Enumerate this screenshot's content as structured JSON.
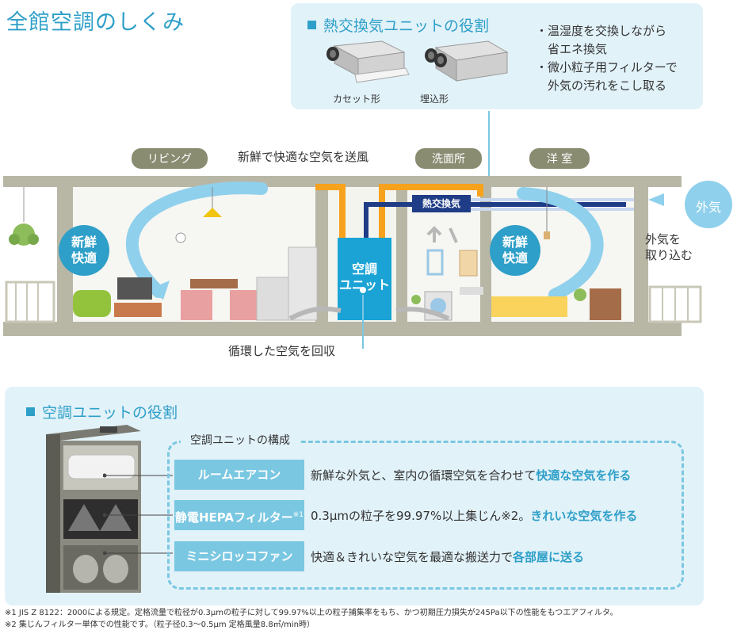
{
  "title": "全館空調のしくみ",
  "heat_exchange": {
    "title": "熱交換気ユニットの役割",
    "points": [
      "・温湿度を交換しながら",
      "　省エネ換気",
      "・微小粒子用フィルターで",
      "　外気の汚れをこし取る"
    ],
    "products": [
      "カセット形",
      "埋込形"
    ]
  },
  "rooms": {
    "living": "リビング",
    "washroom": "洗面所",
    "western": "洋 室"
  },
  "flow": {
    "supply_note": "新鮮で快適な空気を送風",
    "return_note": "循環した空気を回収",
    "fresh_left": [
      "新鮮",
      "快適"
    ],
    "fresh_right": [
      "新鮮",
      "快適"
    ],
    "unit_label": [
      "空調",
      "ユニット"
    ],
    "heat_exchanger_label": "熱交換気",
    "outside_air": "外気",
    "intake_note": [
      "外気を",
      "取り込む"
    ]
  },
  "unit": {
    "title": "空調ユニットの役割",
    "composition_title": "空調ユニットの構成",
    "components": [
      {
        "name": "ルームエアコン",
        "sup": "",
        "desc": "新鮮な外気と、室内の循環空気を合わせて",
        "highlight": "快適な空気を作る"
      },
      {
        "name": "静電HEPAフィルター",
        "sup": "※1",
        "desc": "0.3μmの粒子を99.97%以上集じん※2。",
        "highlight": "きれいな空気を作る"
      },
      {
        "name": "ミニシロッコファン",
        "sup": "",
        "desc": "快適＆きれいな空気を最適な搬送力で",
        "highlight": "各部屋に送る"
      }
    ]
  },
  "footnotes": [
    "※1 JIS Z 8122：2000による規定。定格流量で粒径が0.3μmの粒子に対して99.97%以上の粒子捕集率をもち、かつ初期圧力損失が245Pa以下の性能をもつエアフィルタ。",
    "※2 集じんフィルター単体での性能です。（粒子径0.3～0.5μm 定格風量8.8㎥/min時）"
  ],
  "colors": {
    "accent": "#2e9fc8",
    "light_blue": "#7ac7e2",
    "panel": "#e2f2f9",
    "duct_orange": "#f6a21d",
    "duct_navy": "#1f3c86",
    "wall": "#b8b7a6"
  }
}
